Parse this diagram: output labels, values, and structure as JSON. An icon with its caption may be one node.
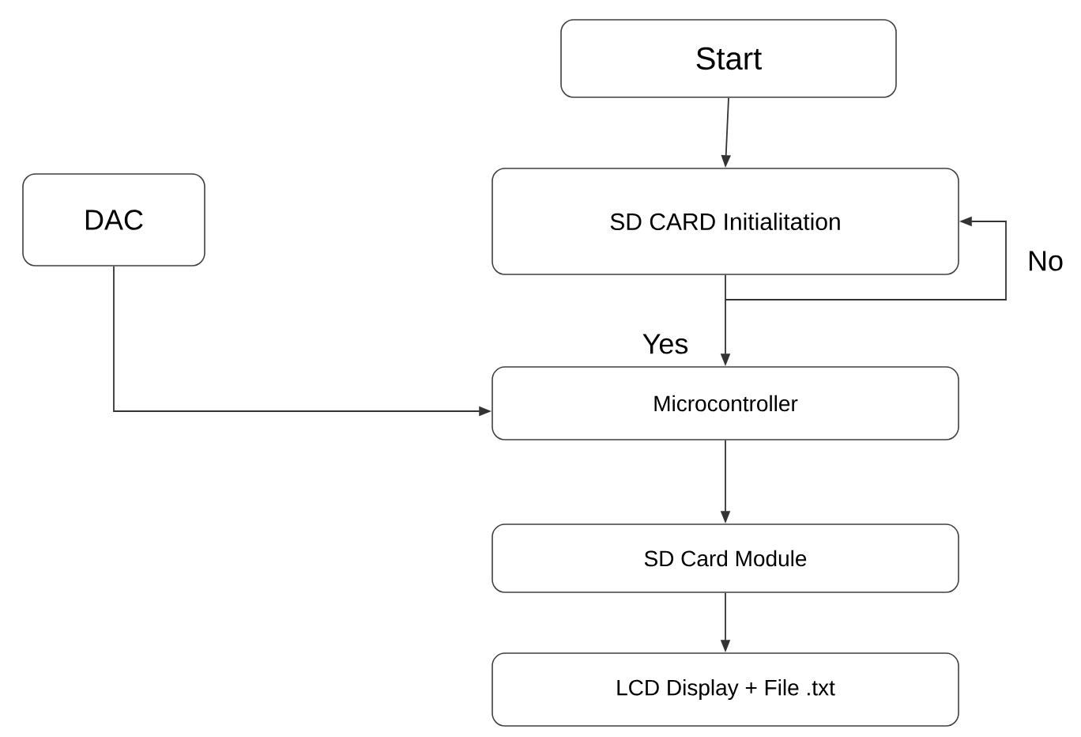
{
  "diagram": {
    "nodes": [
      {
        "text": [
          "Start"
        ]
      },
      {
        "text": [
          "SD CARD Initialitation"
        ]
      },
      {
        "text": [
          "DAC"
        ]
      },
      {
        "text": [
          "Microcontroller"
        ]
      },
      {
        "text": [
          "SD Card Module"
        ]
      },
      {
        "text": [
          "LCD Display + File .txt"
        ]
      }
    ],
    "edges": [
      {
        "from": 0,
        "to": 1,
        "arrow": "to"
      },
      {
        "from": 1,
        "to": 3,
        "arrow": "to",
        "label": "Yes"
      },
      {
        "from": 1,
        "to": 1,
        "arrow": "to",
        "label": "No"
      },
      {
        "from": 2,
        "to": 3,
        "arrow": "to"
      },
      {
        "from": 3,
        "to": 4,
        "arrow": "to"
      },
      {
        "from": 4,
        "to": 5,
        "arrow": "to"
      }
    ]
  }
}
